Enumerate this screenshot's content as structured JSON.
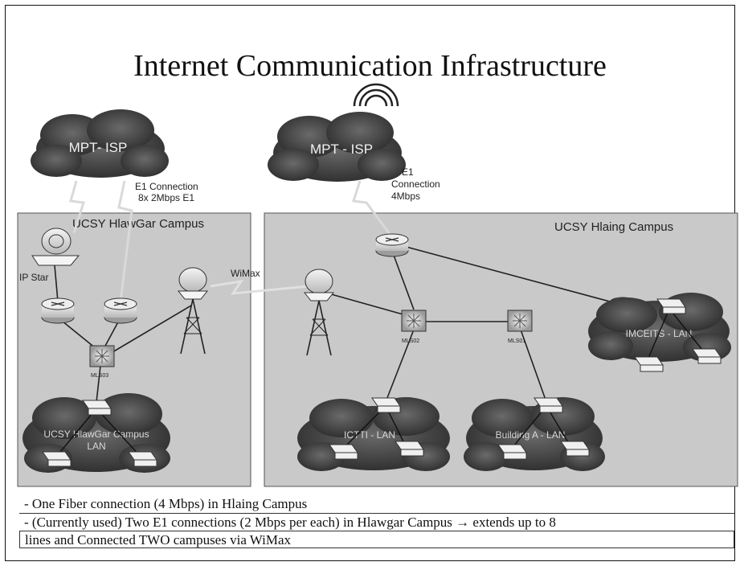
{
  "title": "Internet Communication Infrastructure",
  "isp": {
    "left_label": "MPT- ISP",
    "right_label": "MPT - ISP"
  },
  "links": {
    "left_e1_line1": "E1 Connection",
    "left_e1_line2": "8x 2Mbps E1",
    "right_e1_line1": "E1",
    "right_e1_line2": "Connection",
    "right_e1_line3": "4Mbps",
    "wimax": "WiMax",
    "ip_star": "IP Star"
  },
  "campuses": {
    "left": "UCSY HlawGar Campus",
    "right": "UCSY Hlaing Campus"
  },
  "switch_labels": {
    "mls03": "MLS03",
    "mls02": "MLS02",
    "mls01": "MLS01"
  },
  "lans": {
    "hlawgar_line1": "UCSY HlawGar Campus",
    "hlawgar_line2": "LAN",
    "ictti": "ICTTI - LAN",
    "building_a": "Building A - LAN",
    "imceits": "IMCEITS - LAN"
  },
  "notes": [
    "- One Fiber connection (4 Mbps) in Hlaing Campus",
    "- (Currently used) Two E1 connections (2 Mbps per each) in Hlawgar Campus → extends up to 8",
    "lines and Connected TWO campuses via WiMax"
  ]
}
